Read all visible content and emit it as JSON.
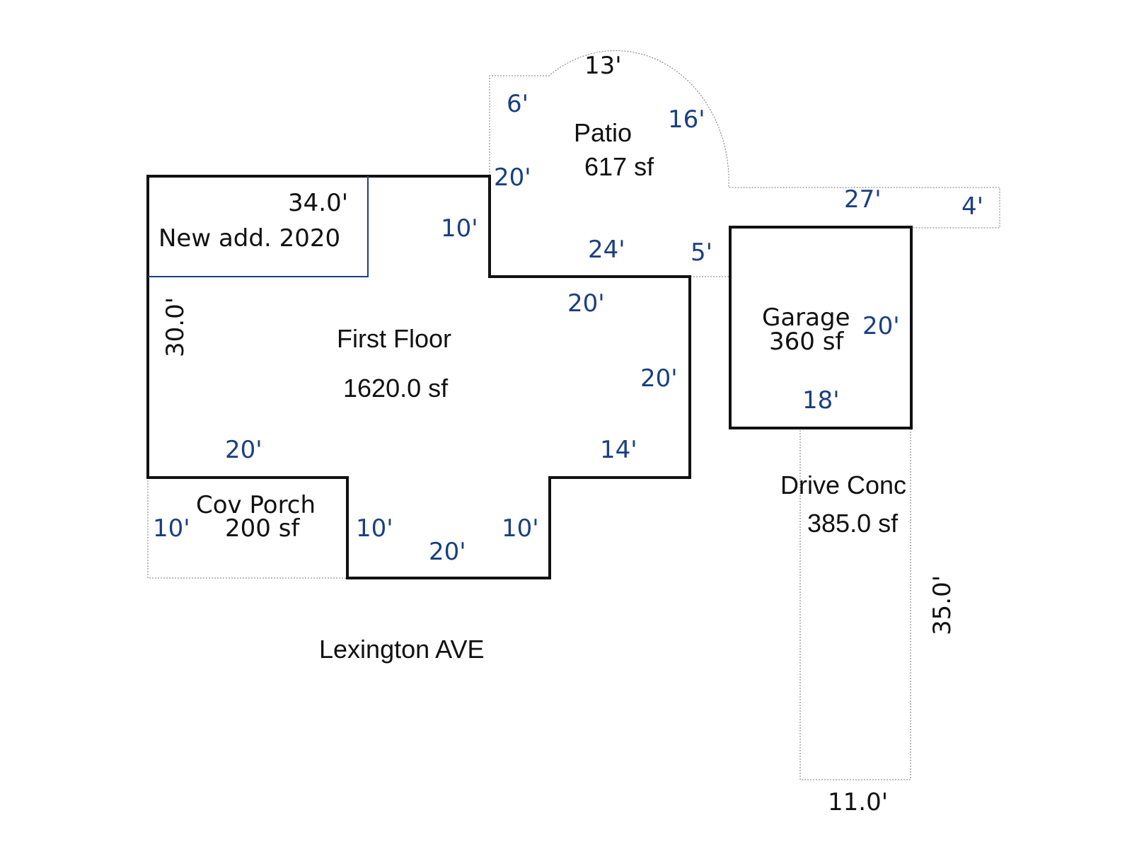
{
  "patio": {
    "name": "Patio",
    "area": "617 sf",
    "dim_top": "13'",
    "dim_left": "6'",
    "dim_arc": "16'",
    "dim_lower_left": "20'",
    "dim_bottom": "24'",
    "dim_gap": "5'",
    "dim_strip": "27'",
    "dim_strip_end": "4'"
  },
  "addition": {
    "name": "New add. 2020",
    "dim_top": "34.0'",
    "dim_side": "30.0'"
  },
  "first_floor": {
    "name": "First Floor",
    "area": "1620.0 sf",
    "dim_upper_right_wall": "10'",
    "dim_step_top": "20'",
    "dim_right_wall": "20'",
    "dim_step_bottom": "14'",
    "dim_bottom_left": "20'",
    "dim_bump_left": "10'",
    "dim_bump_bottom": "20'",
    "dim_bump_right": "10'"
  },
  "porch": {
    "name": "Cov Porch",
    "area": "200 sf",
    "dim_side": "10'"
  },
  "garage": {
    "name": "Garage",
    "area": "360 sf",
    "dim_side": "20'",
    "dim_bottom": "18'"
  },
  "drive": {
    "name": "Drive Conc",
    "area": "385.0 sf",
    "dim_side": "35.0'",
    "dim_bottom": "11.0'"
  },
  "street": {
    "name": "Lexington AVE"
  },
  "colors": {
    "wall": "#111111",
    "dimension_blue": "#1a3f82",
    "dotted": "#777777"
  }
}
